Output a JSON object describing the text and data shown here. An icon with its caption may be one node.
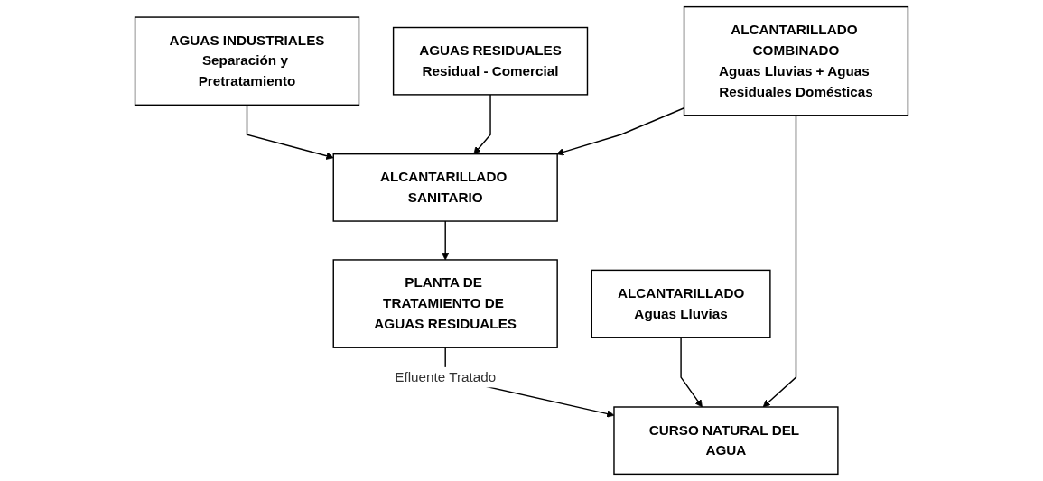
{
  "diagram": {
    "nodes": [
      {
        "text": [
          "AGUAS INDUSTRIALES",
          "Separación y Pretratamiento"
        ]
      },
      {
        "text": [
          "AGUAS RESIDUALES",
          "Residual - Comercial"
        ]
      },
      {
        "text": [
          "ALCANTARILLADO",
          "Aguas Lluvias"
        ]
      },
      {
        "text": [
          "ALCANTARILLADO SANITARIO"
        ]
      },
      {
        "text": [
          "ALCANTARILLADO COMBINADO",
          "Aguas Lluvias + Aguas Residuales Domésticas"
        ]
      },
      {
        "text": [
          "PLANTA DE TRATAMIENTO DE AGUAS RESIDUALES"
        ]
      },
      {
        "text": [
          "CURSO NATURAL DEL AGUA"
        ]
      }
    ],
    "edges": [
      {
        "from": 0,
        "to": 3,
        "arrow": "to"
      },
      {
        "from": 1,
        "to": 3,
        "arrow": "to"
      },
      {
        "from": 4,
        "to": 3,
        "arrow": "to"
      },
      {
        "from": 3,
        "to": 5,
        "arrow": "to"
      },
      {
        "from": 5,
        "to": 6,
        "label": "Efluente Tratado",
        "arrow": "to"
      },
      {
        "from": 2,
        "to": 6,
        "arrow": "to"
      },
      {
        "from": 4,
        "to": 6,
        "arrow": "to"
      }
    ]
  }
}
